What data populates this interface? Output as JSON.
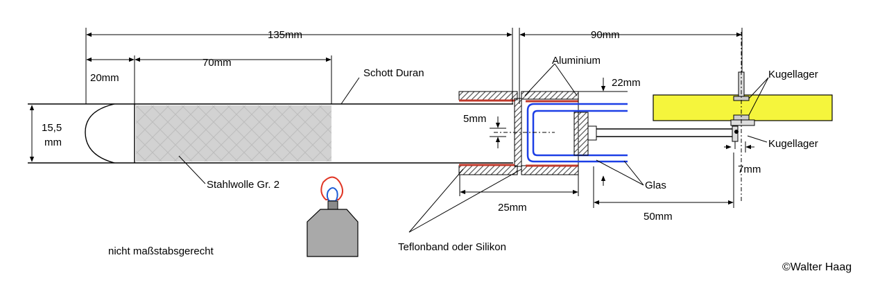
{
  "dimensions": {
    "total_length": "135mm",
    "end_length": "20mm",
    "wool_length": "70mm",
    "right_length": "90mm",
    "diameter_value": "15,5",
    "diameter_unit": "mm",
    "gap_5": "5mm",
    "gap_22": "22mm",
    "width_25": "25mm",
    "width_7": "7mm",
    "width_50": "50mm"
  },
  "labels": {
    "tube_material": "Schott Duran",
    "aluminium": "Aluminium",
    "bearing_top": "Kugellager",
    "bearing_bottom": "Kugellager",
    "glass": "Glas",
    "steel_wool": "Stahlwolle Gr. 2",
    "seal": "Teflonband oder Silikon",
    "scale_note": "nicht maßstabsgerecht",
    "copyright": "©Walter Haag"
  },
  "colors": {
    "seal": "#c0392b",
    "glass": "#1c3fe6",
    "board": "#f5f53c",
    "burner": "#a9a9a9"
  }
}
